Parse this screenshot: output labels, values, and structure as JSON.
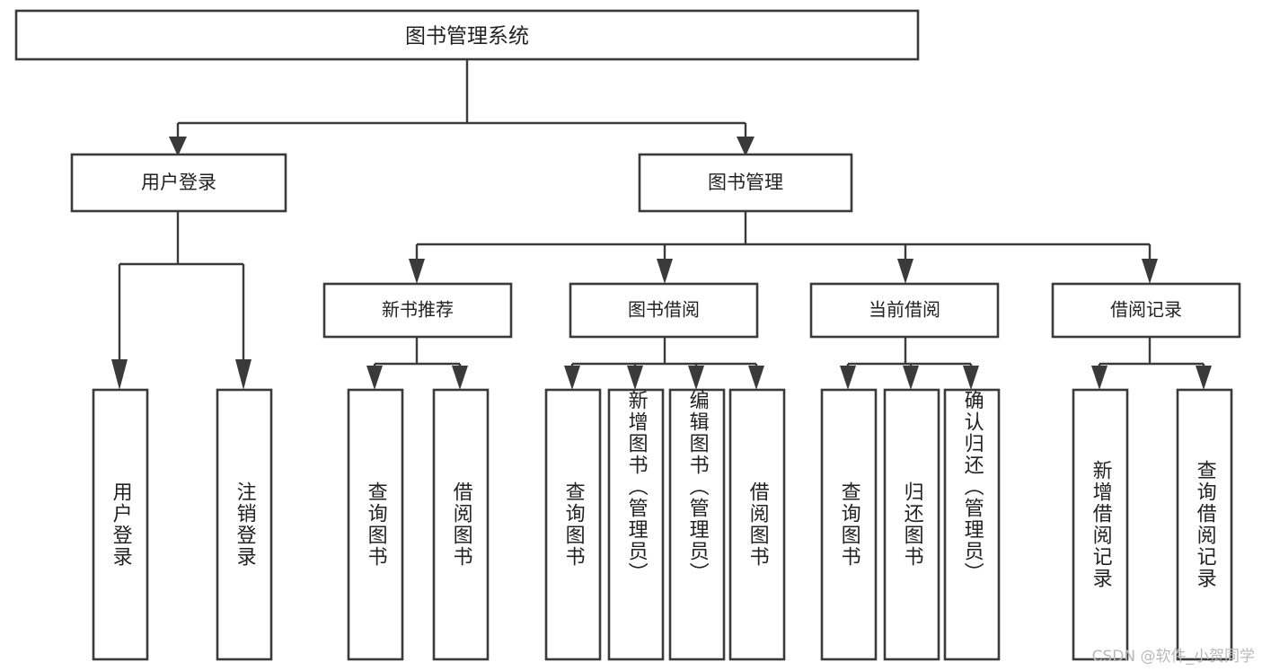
{
  "diagram": {
    "title": "图书管理系统",
    "type": "tree-hierarchy",
    "root": {
      "id": "root",
      "label": "图书管理系统",
      "level": 1
    },
    "level2": [
      {
        "id": "user-login",
        "label": "用户登录",
        "level": 2
      },
      {
        "id": "book-management",
        "label": "图书管理",
        "level": 2
      }
    ],
    "level3": [
      {
        "id": "new-book-recommend",
        "label": "新书推荐",
        "level": 3,
        "parent": "book-management"
      },
      {
        "id": "book-borrow",
        "label": "图书借阅",
        "level": 3,
        "parent": "book-management"
      },
      {
        "id": "current-borrow",
        "label": "当前借阅",
        "level": 3,
        "parent": "book-management"
      },
      {
        "id": "borrow-record",
        "label": "借阅记录",
        "level": 3,
        "parent": "book-management"
      }
    ],
    "leaves": [
      {
        "id": "leaf-user-login",
        "label": "用户登录",
        "parent": "user-login"
      },
      {
        "id": "leaf-user-logout",
        "label": "注销登录",
        "parent": "user-login"
      },
      {
        "id": "leaf-query-book-1",
        "label": "查询图书",
        "parent": "new-book-recommend"
      },
      {
        "id": "leaf-borrow-book-1",
        "label": "借阅图书",
        "parent": "new-book-recommend"
      },
      {
        "id": "leaf-query-book-2",
        "label": "查询图书",
        "parent": "book-borrow"
      },
      {
        "id": "leaf-add-book",
        "label": "新增图书（管理员）",
        "parent": "book-borrow"
      },
      {
        "id": "leaf-edit-book",
        "label": "编辑图书（管理员）",
        "parent": "book-borrow"
      },
      {
        "id": "leaf-borrow-book-2",
        "label": "借阅图书",
        "parent": "book-borrow"
      },
      {
        "id": "leaf-query-book-3",
        "label": "查询图书",
        "parent": "current-borrow"
      },
      {
        "id": "leaf-return-book",
        "label": "归还图书",
        "parent": "current-borrow"
      },
      {
        "id": "leaf-confirm-return",
        "label": "确认归还（管理员）",
        "parent": "current-borrow"
      },
      {
        "id": "leaf-add-record",
        "label": "新增借阅记录",
        "parent": "borrow-record"
      },
      {
        "id": "leaf-query-record",
        "label": "查询借阅记录",
        "parent": "borrow-record"
      }
    ],
    "colors": {
      "stroke": "#3a3a3a",
      "fill": "#ffffff",
      "text": "#222222",
      "watermark": "#b9b9b9",
      "background": "#ffffff"
    }
  },
  "watermark": {
    "text": "CSDN @软件_小贺同学"
  }
}
